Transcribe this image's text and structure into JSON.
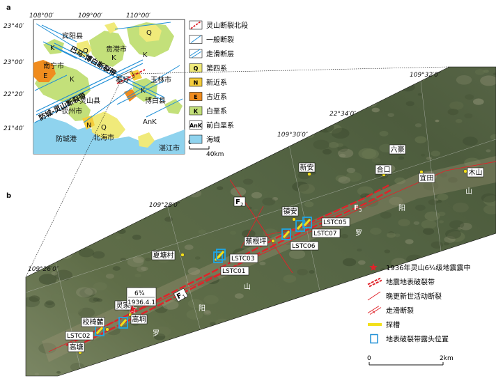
{
  "panel_a": {
    "letter": "a",
    "top_coords": [
      "108°00′",
      "109°00′",
      "110°00′"
    ],
    "left_coords": [
      "23°40′",
      "23°00′",
      "22°20′",
      "21°40′"
    ],
    "places": {
      "binyang": "宾阳县",
      "guigang": "贵港市",
      "nanning": "南宁市",
      "qinzhou": "钦州市",
      "lingshan": "灵山县",
      "yulin": "玉林市",
      "bobai": "博白县",
      "beihai": "北海市",
      "fangchenggang": "防城港",
      "zhanjiang": "湛江市",
      "shiqi": "泰圩"
    },
    "fault_labels": {
      "bama": "巴马-博白断裂带",
      "fangcheng": "防城-灵山断裂带"
    },
    "geo_letters": {
      "q": "Q",
      "k": "K",
      "e": "E",
      "n": "N",
      "ank": "AnK"
    },
    "scale": {
      "zero": "0",
      "end": "40km"
    }
  },
  "legend_a": [
    {
      "icon": "lingshan-fault-icon",
      "label": "灵山断裂北段"
    },
    {
      "icon": "general-fault-icon",
      "label": "一般断裂"
    },
    {
      "icon": "strike-slip-icon",
      "label": "走滑断层"
    },
    {
      "icon": "q",
      "color": "#f0ea7a",
      "label": "第四系"
    },
    {
      "icon": "n",
      "color": "#f5cd3c",
      "label": "新近系"
    },
    {
      "icon": "e",
      "color": "#f08c1e",
      "label": "古近系"
    },
    {
      "icon": "k",
      "color": "#c3e07a",
      "label": "白垩系"
    },
    {
      "icon": "ank",
      "color": "#ffffff",
      "label": "前白垩系"
    },
    {
      "icon": "sea",
      "color": "#8fd3ee",
      "label": "海域"
    }
  ],
  "legend_a_letters": [
    "Q",
    "N",
    "E",
    "K",
    "AnK"
  ],
  "panel_b": {
    "letter": "b",
    "coords": {
      "c1": "109°26′0″",
      "c2": "109°28′0″",
      "c3": "109°30′0″",
      "c4": "109°32′0″",
      "c5": "22°34′0″"
    },
    "places": {
      "liuhao": "六豪",
      "xinan": "新安",
      "hekou": "合口",
      "yitian": "宜田",
      "mushan": "木山",
      "zhenan": "镇安",
      "jiaogenping": "蕉根坪",
      "xiatangcun": "夏塘村",
      "lingjia": "灵家",
      "jiaoyilu": "校椅麓",
      "gaodong": "高垌",
      "gaotang": "高塘"
    },
    "trenches": {
      "lstc01": "LSTC01",
      "lstc02": "LSTC02",
      "lstc03": "LSTC03",
      "lstc05": "LSTC05",
      "lstc06": "LSTC06",
      "lstc07": "LSTC07"
    },
    "faults": {
      "f1": "F",
      "f1_sub": "1",
      "f2": "F",
      "f2_sub": "2",
      "f3": "F",
      "f3_sub": "3"
    },
    "pingluo": [
      "阳",
      "罗",
      "山",
      "阳",
      "罗",
      "山"
    ],
    "quake": {
      "mag": "6¾",
      "date": "1936.4.1"
    }
  },
  "legend_b": [
    {
      "icon": "epicenter-star-icon",
      "label": "1936年灵山6¾级地震震中"
    },
    {
      "icon": "rupture-zone-icon",
      "label": "地震地表破裂带"
    },
    {
      "icon": "active-fault-icon",
      "label": "晚更新世活动断裂"
    },
    {
      "icon": "strike-slip-fault-icon",
      "label": "走滑断裂"
    },
    {
      "icon": "trench-icon",
      "label": "探槽"
    },
    {
      "icon": "outcrop-icon",
      "label": "地表破裂带露头位置"
    }
  ],
  "scale_b": {
    "zero": "0",
    "end": "2km"
  },
  "colors": {
    "quaternary": "#f0ea7a",
    "neogene": "#f5cd3c",
    "paleogene": "#f08c1e",
    "cretaceous": "#c3e07a",
    "sea": "#8fd3ee",
    "rupture": "#e0232a",
    "fault_blue": "#1f8fd6",
    "trench": "#f2e01a"
  }
}
